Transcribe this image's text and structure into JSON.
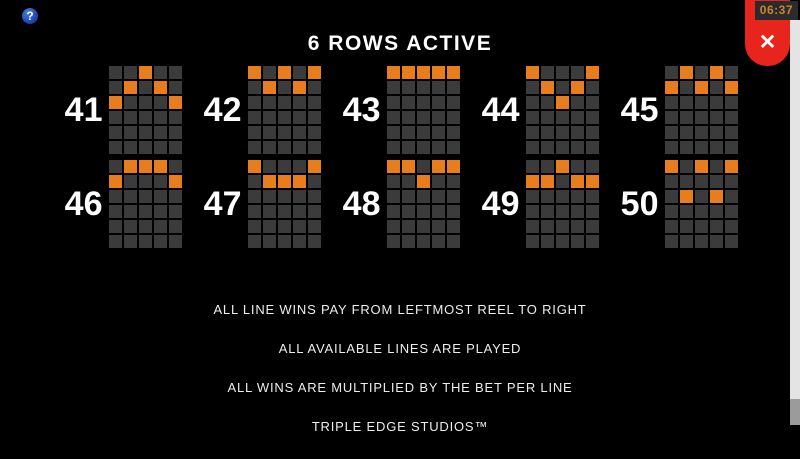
{
  "header": {
    "title": "6 ROWS ACTIVE",
    "timer": "06:37",
    "help_icon_glyph": "?",
    "close_icon_glyph": "✕"
  },
  "colors": {
    "background": "#000000",
    "cell_off": "#3b3b3b",
    "cell_on": "#e87d1e",
    "close_red": "#e8251d",
    "timer_bg": "#2b2b2b",
    "timer_text": "#c9872f",
    "help_blue": "#1d3fae",
    "scrollbar_track": "#e4e4e4",
    "scrollbar_thumb": "#9b9b9b"
  },
  "paylines": {
    "grid_rows": 6,
    "grid_cols": 5,
    "rows": [
      [
        {
          "number": "41",
          "cells": [
            [
              2,
              0
            ],
            [
              1,
              1
            ],
            [
              0,
              2
            ],
            [
              1,
              3
            ],
            [
              2,
              4
            ]
          ]
        },
        {
          "number": "42",
          "cells": [
            [
              0,
              0
            ],
            [
              1,
              1
            ],
            [
              0,
              2
            ],
            [
              1,
              3
            ],
            [
              0,
              4
            ]
          ]
        },
        {
          "number": "43",
          "cells": [
            [
              0,
              0
            ],
            [
              0,
              1
            ],
            [
              0,
              2
            ],
            [
              0,
              3
            ],
            [
              0,
              4
            ]
          ]
        },
        {
          "number": "44",
          "cells": [
            [
              0,
              0
            ],
            [
              1,
              1
            ],
            [
              2,
              2
            ],
            [
              1,
              3
            ],
            [
              0,
              4
            ]
          ]
        },
        {
          "number": "45",
          "cells": [
            [
              1,
              0
            ],
            [
              0,
              1
            ],
            [
              1,
              2
            ],
            [
              0,
              3
            ],
            [
              1,
              4
            ]
          ]
        }
      ],
      [
        {
          "number": "46",
          "cells": [
            [
              1,
              0
            ],
            [
              0,
              1
            ],
            [
              0,
              2
            ],
            [
              0,
              3
            ],
            [
              1,
              4
            ]
          ]
        },
        {
          "number": "47",
          "cells": [
            [
              0,
              0
            ],
            [
              1,
              1
            ],
            [
              1,
              2
            ],
            [
              1,
              3
            ],
            [
              0,
              4
            ]
          ]
        },
        {
          "number": "48",
          "cells": [
            [
              0,
              0
            ],
            [
              0,
              1
            ],
            [
              1,
              2
            ],
            [
              0,
              3
            ],
            [
              0,
              4
            ]
          ]
        },
        {
          "number": "49",
          "cells": [
            [
              1,
              0
            ],
            [
              1,
              1
            ],
            [
              0,
              2
            ],
            [
              1,
              3
            ],
            [
              1,
              4
            ]
          ]
        },
        {
          "number": "50",
          "cells": [
            [
              0,
              0
            ],
            [
              2,
              1
            ],
            [
              0,
              2
            ],
            [
              2,
              3
            ],
            [
              0,
              4
            ]
          ]
        }
      ]
    ]
  },
  "footer": {
    "lines": [
      "ALL LINE WINS PAY FROM LEFTMOST REEL TO RIGHT",
      "ALL AVAILABLE LINES ARE PLAYED",
      "ALL WINS ARE MULTIPLIED BY THE BET PER LINE",
      "TRIPLE EDGE STUDIOS™"
    ]
  }
}
